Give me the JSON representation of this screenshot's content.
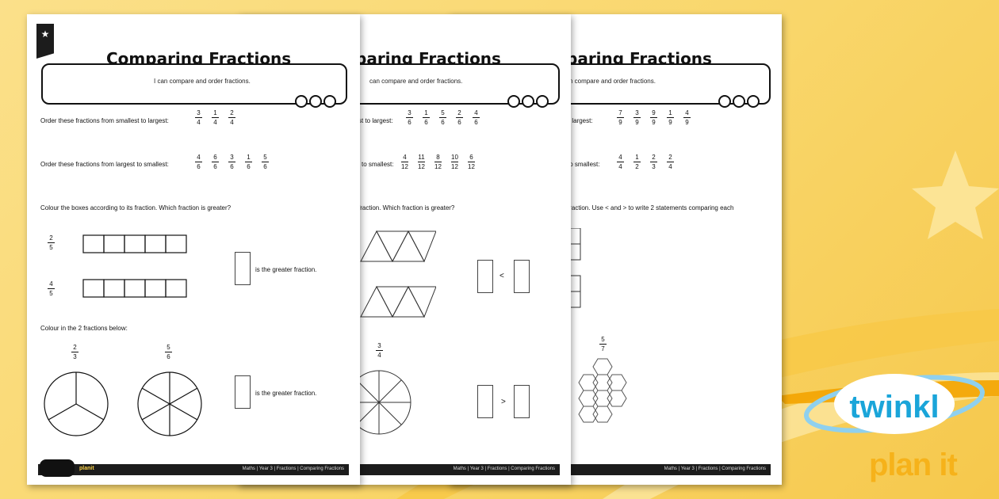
{
  "colors": {
    "background": "#f9d66a",
    "swoosh": "#f3a400",
    "twinkl_blue": "#1aa5d9",
    "planit_yellow": "#f6b21a"
  },
  "sheets": [
    {
      "title": "Comparing Fractions",
      "objective": "I can compare and order fractions.",
      "q1_label": "Order these fractions from smallest to largest:",
      "q1_fractions": [
        [
          "3",
          "4"
        ],
        [
          "1",
          "4"
        ],
        [
          "2",
          "4"
        ]
      ],
      "q2_label": "Order these fractions from largest to smallest:",
      "q2_fractions": [
        [
          "4",
          "6"
        ],
        [
          "6",
          "6"
        ],
        [
          "3",
          "6"
        ],
        [
          "1",
          "6"
        ],
        [
          "5",
          "6"
        ]
      ],
      "q3_label": "Colour the boxes according to its fraction. Which fraction is greater?",
      "q3_fracs": [
        [
          "2",
          "5"
        ],
        [
          "4",
          "5"
        ]
      ],
      "greater_text": "is the greater fraction.",
      "q4_label": "Colour in the 2 fractions below:",
      "q4_fracs": [
        [
          "2",
          "3"
        ],
        [
          "5",
          "6"
        ]
      ],
      "footer": "Maths | Year 3 | Fractions | Comparing Fractions",
      "footer_brand": "planit"
    },
    {
      "title": "paring Fractions",
      "objective": "can compare and order fractions.",
      "q1_label": "st to largest:",
      "q1_fractions": [
        [
          "3",
          "6"
        ],
        [
          "1",
          "6"
        ],
        [
          "5",
          "6"
        ],
        [
          "2",
          "6"
        ],
        [
          "4",
          "6"
        ]
      ],
      "q2_label": "to smallest:",
      "q2_fractions": [
        [
          "4",
          "12"
        ],
        [
          "11",
          "12"
        ],
        [
          "8",
          "12"
        ],
        [
          "10",
          "12"
        ],
        [
          "6",
          "12"
        ]
      ],
      "q3_label": "fraction. Which fraction is greater?",
      "compare_sign_1": "<",
      "frac": [
        "3",
        "4"
      ],
      "compare_sign_2": ">",
      "footer": "Maths | Year 3 | Fractions | Comparing Fractions"
    },
    {
      "title": "paring Fractions",
      "objective": "n compare and order fractions.",
      "q1_label": "t to largest:",
      "q1_fractions": [
        [
          "7",
          "9"
        ],
        [
          "3",
          "9"
        ],
        [
          "9",
          "9"
        ],
        [
          "1",
          "9"
        ],
        [
          "4",
          "9"
        ]
      ],
      "q2_label": "to smallest:",
      "q2_fractions": [
        [
          "4",
          "4"
        ],
        [
          "1",
          "2"
        ],
        [
          "2",
          "3"
        ],
        [
          "2",
          "4"
        ]
      ],
      "q3_label": "fraction. Use < and > to write 2 statements comparing each",
      "frac": [
        "5",
        "7"
      ],
      "footer": "Maths | Year 3 | Fractions | Comparing Fractions"
    }
  ],
  "brand": {
    "twinkl": "twinkl",
    "planit": "plan it"
  }
}
